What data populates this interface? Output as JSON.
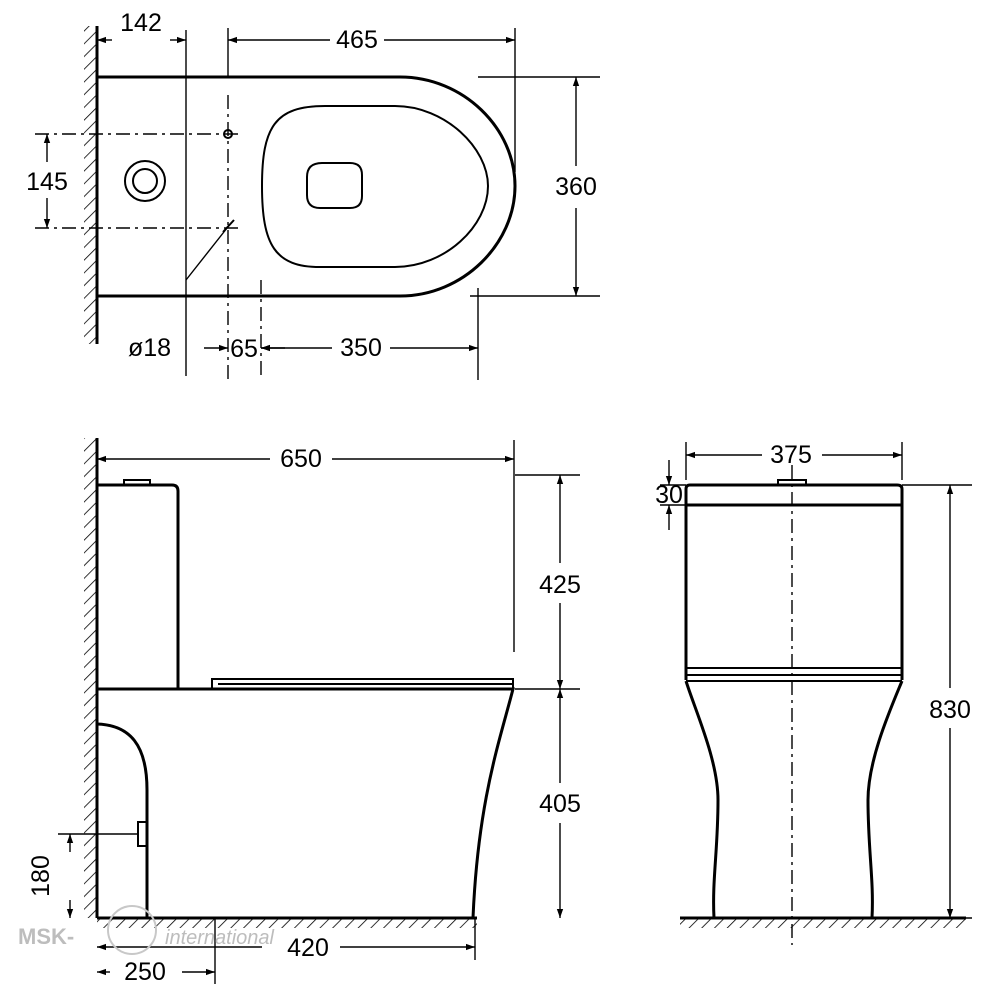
{
  "dimensions": {
    "top_view": {
      "wall_to_axis": "142",
      "bowl_length": "465",
      "fixing_spacing": "145",
      "width": "360",
      "hole_diameter": "ø18",
      "axis_offset": "65",
      "seat_length": "350"
    },
    "side_view": {
      "overall_length": "650",
      "cistern_height": "425",
      "pan_height": "405",
      "inlet_height": "180",
      "outlet_distance": "420",
      "foot_distance": "250"
    },
    "front_view": {
      "overall_width": "375",
      "lid_thickness": "30",
      "overall_height": "830"
    }
  },
  "watermark": {
    "brand": "MSK-",
    "suffix": "international"
  }
}
